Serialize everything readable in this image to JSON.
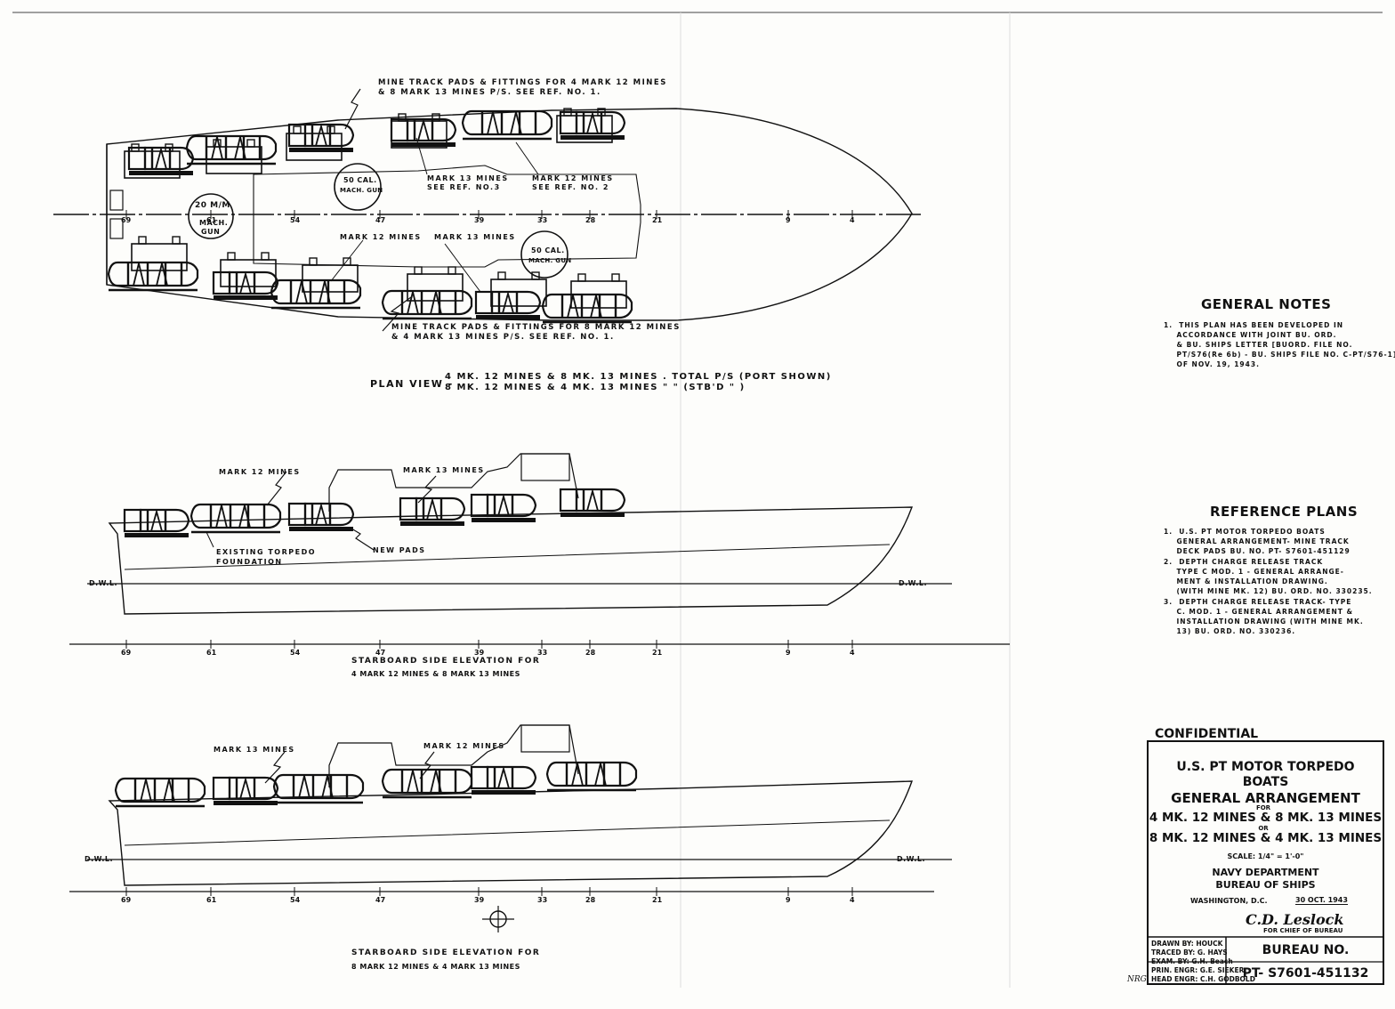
{
  "plan": {
    "callout_top_1": "MINE TRACK PADS & FITTINGS FOR 4 MARK 12 MINES",
    "callout_top_2": "& 8 MARK 13 MINES P/S. SEE REF. NO. 1.",
    "mark13_port_1": "MARK 13 MINES",
    "mark13_port_2": "SEE REF. NO.3",
    "mark12_port_1": "MARK 12 MINES",
    "mark12_port_2": "SEE REF. NO. 2",
    "gun_50_1": "50 CAL.",
    "gun_50_2": "MACH. GUN",
    "gun_20_1": "20 M/M",
    "gun_20_2": "MACH.",
    "gun_20_3": "GUN",
    "mark12_stbd": "MARK 12 MINES",
    "mark13_stbd": "MARK 13 MINES",
    "callout_bottom_1": "MINE TRACK PADS & FITTINGS FOR 8 MARK 12 MINES",
    "callout_bottom_2": "& 4 MARK 13 MINES P/S. SEE REF. NO. 1.",
    "caption_prefix": "PLAN VIEW -",
    "caption_line1": "4 MK. 12 MINES & 8 MK. 13 MINES . TOTAL P/S (PORT SHOWN)",
    "caption_line2": "8 MK. 12 MINES & 4 MK. 13 MINES  \"  \"  (STB'D  \" )"
  },
  "frames": [
    "69",
    "61",
    "54",
    "47",
    "39",
    "33",
    "28",
    "21",
    "9",
    "4"
  ],
  "elev1": {
    "mark12": "MARK 12 MINES",
    "mark13": "MARK 13 MINES",
    "existing_1": "EXISTING TORPEDO",
    "existing_2": "FOUNDATION",
    "new_pads": "NEW PADS",
    "dwl": "D.W.L.",
    "caption_1": "STARBOARD SIDE ELEVATION FOR",
    "caption_2": "4 MARK 12 MINES & 8 MARK 13 MINES"
  },
  "elev2": {
    "mark13": "MARK 13 MINES",
    "mark12": "MARK 12 MINES",
    "dwl": "D.W.L.",
    "caption_1": "STARBOARD SIDE ELEVATION FOR",
    "caption_2": "8 MARK 12 MINES & 4 MARK 13 MINES"
  },
  "general_notes": {
    "heading": "GENERAL NOTES",
    "note_1": "1.  THIS PLAN HAS BEEN DEVELOPED IN\n    ACCORDANCE WITH JOINT BU. ORD.\n    & BU. SHIPS LETTER [BUORD. FILE NO.\n    PT/S76(Re 6b) - BU. SHIPS FILE NO. C-PT/S76-1]\n    OF NOV. 19, 1943."
  },
  "reference_plans": {
    "heading": "REFERENCE PLANS",
    "ref_1": "1.  U.S. PT MOTOR TORPEDO BOATS\n    GENERAL ARRANGEMENT- MINE TRACK\n    DECK PADS BU. NO. PT- S7601-451129",
    "ref_2": "2.  DEPTH CHARGE RELEASE TRACK\n    TYPE C MOD. 1 - GENERAL ARRANGE-\n    MENT & INSTALLATION DRAWING.\n    (WITH MINE MK. 12) BU. ORD. NO. 330235.",
    "ref_3": "3.  DEPTH CHARGE RELEASE TRACK- TYPE\n    C. MOD. 1 - GENERAL ARRANGEMENT &\n    INSTALLATION DRAWING (WITH MINE MK.\n    13) BU. ORD. NO. 330236."
  },
  "title_block": {
    "classification": "CONFIDENTIAL",
    "line1": "U.S. PT MOTOR TORPEDO",
    "line2": "BOATS",
    "line3": "GENERAL ARRANGEMENT",
    "for_word": "FOR",
    "line4": "4 MK. 12 MINES & 8 MK. 13 MINES",
    "or_word": "OR",
    "line5": "8 MK. 12 MINES & 4 MK. 13 MINES",
    "scale": "SCALE: 1/4\" = 1'-0\"",
    "dept_1": "NAVY DEPARTMENT",
    "dept_2": "BUREAU OF SHIPS",
    "washington": "WASHINGTON, D.C.",
    "date": "30 OCT. 1943",
    "signature": "C.D. Leslock",
    "for_chief": "FOR CHIEF OF BUREAU",
    "drawn_by": "DRAWN BY: HOUCK",
    "traced_by": "TRACED BY: G. HAYS",
    "exam_by": "EXAM. BY: G.H. Beach",
    "prin_engr": "PRIN. ENGR: G.E. SIEKER",
    "head_engr": "HEAD ENGR: C.H. GODBOLD",
    "bureau_label": "BUREAU NO.",
    "bureau_number": "PT- S7601-451132",
    "initials": "NRG"
  }
}
